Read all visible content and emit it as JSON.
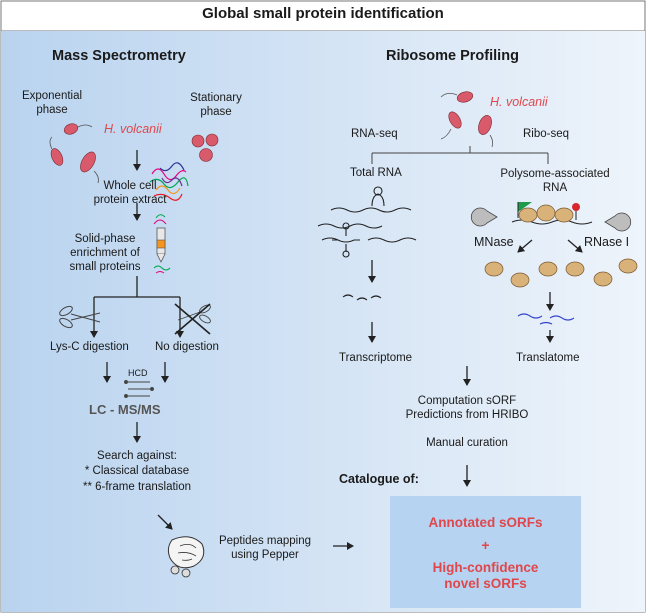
{
  "title": "Global small protein identification",
  "colors": {
    "panel_left": "#b9d3ef",
    "panel_right": "#dbe8f6",
    "catalogue_box": "#b6d3f1",
    "accent_red": "#e0474c",
    "organism_cell": "#d95a6a",
    "ribosome": "#d9b27a",
    "mrna_blue": "#3344cc",
    "green_flag": "#1e9a4a"
  },
  "ms": {
    "heading": "Mass Spectrometry",
    "exponential": [
      "Exponential",
      "phase"
    ],
    "stationary": [
      "Stationary",
      "phase"
    ],
    "organism": "H. volcanii",
    "extract": [
      "Whole cell",
      "protein extract"
    ],
    "enrichment": [
      "Solid-phase",
      "enrichment of",
      "small proteins"
    ],
    "lysc": "Lys-C digestion",
    "nodigest": "No digestion",
    "hcd": "HCD",
    "lcms": "LC - MS/MS",
    "search": [
      "Search against:",
      "* Classical database",
      "** 6-frame translation"
    ],
    "peptides": [
      "Peptides mapping",
      "using Pepper"
    ]
  },
  "rp": {
    "heading": "Ribosome Profiling",
    "organism": "H. volcanii",
    "rnaseq": "RNA-seq",
    "riboseq": "Ribo-seq",
    "totalrna": "Total RNA",
    "polysome": [
      "Polysome-associated",
      "RNA"
    ],
    "mnase": "MNase",
    "rnase": "RNase I",
    "transcriptome": "Transcriptome",
    "translatome": "Translatome",
    "computation": [
      "Computation sORF",
      "Predictions from HRIBO"
    ],
    "curation": "Manual curation",
    "catalogue": "Catalogue of:",
    "annotated": "Annotated sORFs",
    "plus": "+",
    "novel": [
      "High-confidence",
      "novel sORFs"
    ]
  }
}
